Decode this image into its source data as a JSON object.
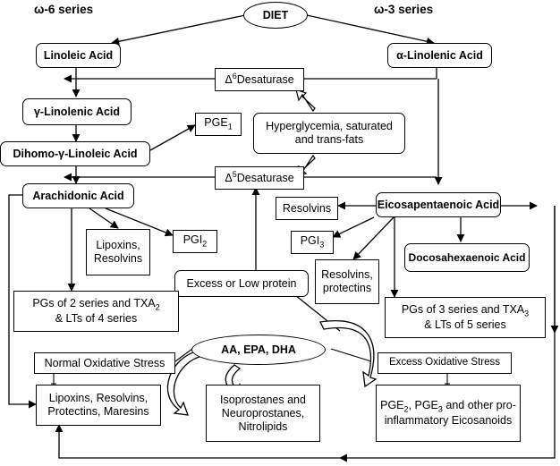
{
  "series": {
    "omega6": "ω-6 series",
    "omega3": "ω-3 series"
  },
  "nodes": {
    "diet": "DIET",
    "linoleic": "Linoleic Acid",
    "alpha_linolenic": "α-Linolenic Acid",
    "d6_delta": "Δ",
    "d6_sup": "6",
    "d6_rest": "Desaturase",
    "gamma_linolenic": "γ-Linolenic Acid",
    "pge1_main": "PGE",
    "pge1_sub": "1",
    "hyperglycemia": "Hyperglycemia, saturated and trans-fats",
    "dgla": "Dihomo-γ-Linoleic Acid",
    "d5_delta": "Δ",
    "d5_sup": "5",
    "d5_rest": "Desaturase",
    "arachidonic": "Arachidonic Acid",
    "epa": "Eicosapentaenoic Acid",
    "resolvins": "Resolvins",
    "lipoxins_resolvins": "Lipoxins, Resolvins",
    "pgi2_main": "PGI",
    "pgi2_sub": "2",
    "pgi3_main": "PGI",
    "pgi3_sub": "3",
    "dha": "Docosahexaenoic Acid",
    "resolvins_protectins": "Resolvins, protectins",
    "excess_low_protein": "Excess or Low protein",
    "pg2_a": "PGs of 2 series and TXA",
    "pg2_sub": "2",
    "pg2_b": "& LTs of 4 series",
    "pg3_a": "PGs of 3 series and TXA",
    "pg3_sub": "3",
    "pg3_b": "& LTs of 5 series",
    "aa_epa_dha": "AA, EPA, DHA",
    "normal_stress": "Normal Oxidative Stress",
    "excess_stress": "Excess Oxidative Stress",
    "lipoxins_maresins": "Lipoxins, Resolvins, Protectins, Maresins",
    "isoprostanes": "Isoprostanes and Neuroprostanes, Nitrolipids",
    "pge_a": "PGE",
    "pge_s2": "2",
    "pge_b": ", PGE",
    "pge_s3": "3",
    "pge_c": " and other pro-inflammatory Eicosanoids"
  }
}
